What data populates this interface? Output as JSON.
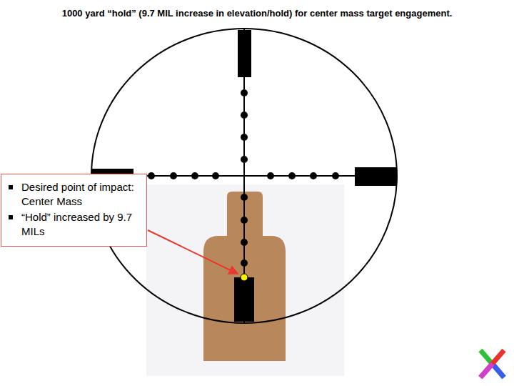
{
  "diagram": {
    "title": "1000 yard “hold” (9.7 MIL increase in elevation/hold) for center mass target engagement.",
    "nodes": [
      {
        "text": [
          "Desired point of impact:  Center Mass",
          "“Hold” increased by 9.7 MILs"
        ]
      }
    ]
  }
}
